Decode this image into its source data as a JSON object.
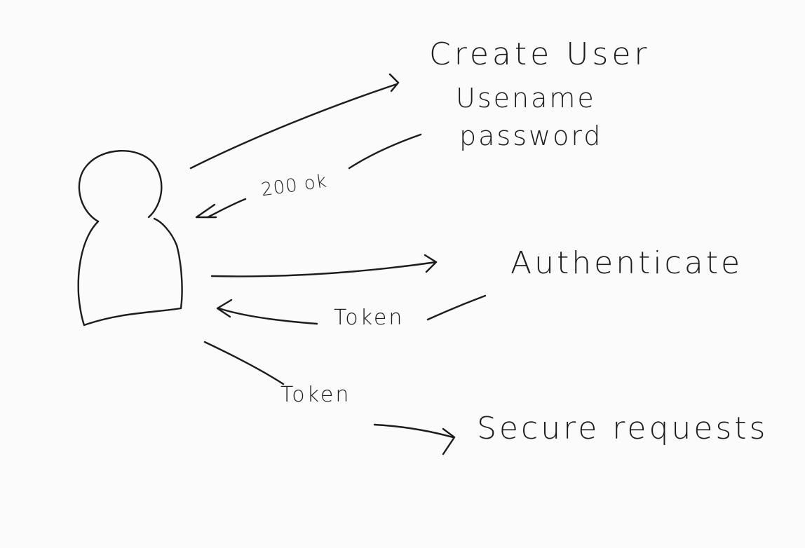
{
  "diagram": {
    "actor": "user-figure-icon",
    "labels": {
      "create_user": "Create User",
      "username": "Usename",
      "password": "password",
      "ok_200": "200 ok",
      "authenticate": "Authenticate",
      "token_response": "Token",
      "token_request": "Token",
      "secure_requests": "Secure requests"
    },
    "ink_color": "#1c1c1c",
    "background_color": "#fbfbfb"
  }
}
